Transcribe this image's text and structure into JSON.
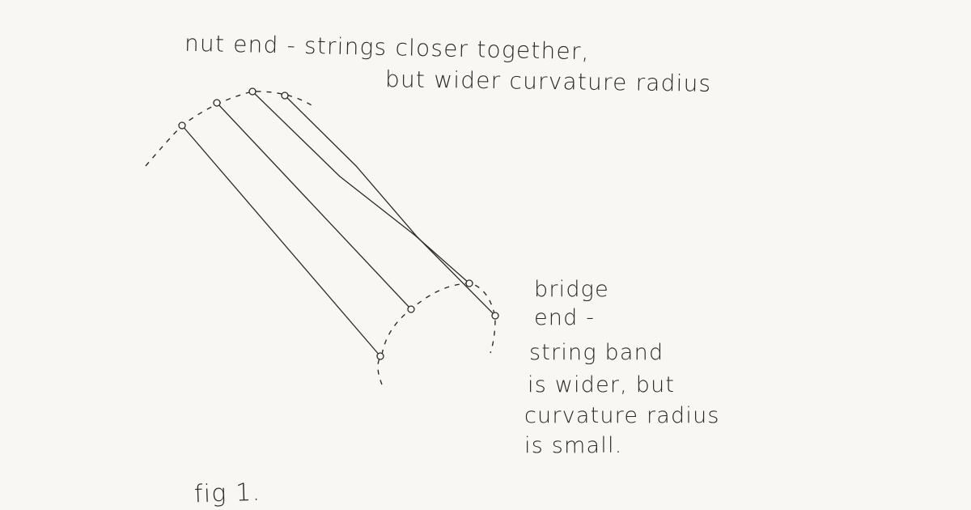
{
  "nut_annotation": {
    "line1": "nut end - strings closer together,",
    "line2": "but wider curvature radius"
  },
  "bridge_annotation": {
    "line1": "bridge",
    "line2": "end -",
    "line3": "string band",
    "line4": "is wider, but",
    "line5": "curvature radius",
    "line6": "is small."
  },
  "figure_label": "fig 1.",
  "colors": {
    "paper": "#f8f7f4",
    "ink": "#2b2b2b"
  }
}
